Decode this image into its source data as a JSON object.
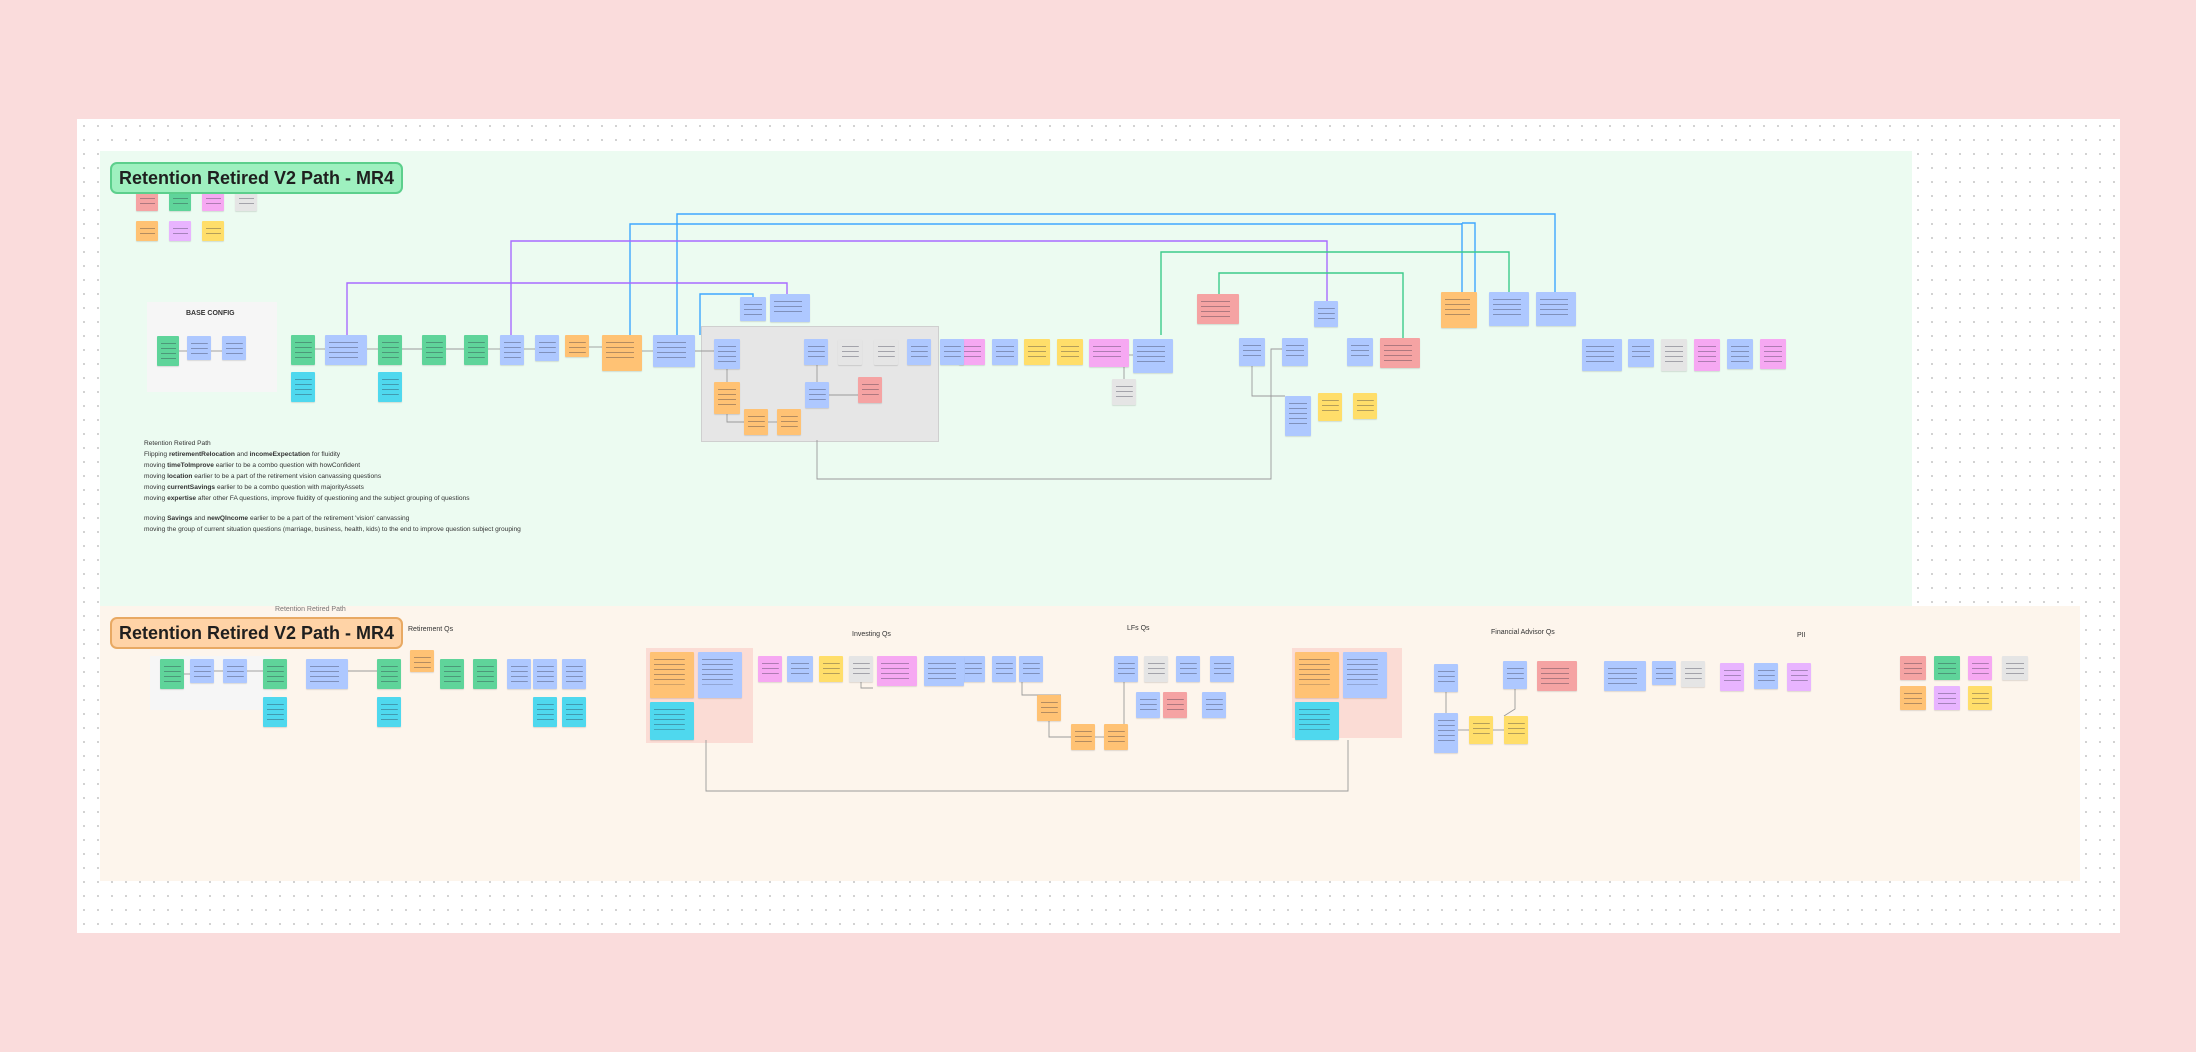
{
  "board": {
    "section1_title": "Retention Retired V2 Path - MR4",
    "section2_title": "Retention Retired V2 Path - MR4",
    "base_config_label": "BASE CONFIG",
    "faint_label": "Retention Retired Path",
    "group_labels": [
      "Retirement Qs",
      "Investing Qs",
      "LFs Qs",
      "Financial Advisor Qs",
      "PII"
    ]
  },
  "notes_block": {
    "lines": [
      {
        "parts": [
          "Retention Retired Path"
        ]
      },
      {
        "parts": [
          "Flipping ",
          "retirementRelocation",
          " and ",
          "incomeExpectation",
          " for fluidity"
        ]
      },
      {
        "parts": [
          "moving ",
          "timeToImprove",
          " earlier to be a combo question with howConfident"
        ]
      },
      {
        "parts": [
          "moving ",
          "location",
          " earlier to be a part of the retirement vision canvassing questions"
        ]
      },
      {
        "parts": [
          "moving ",
          "currentSavings",
          " earlier to be a combo question with majorityAssets"
        ]
      },
      {
        "parts": [
          "moving ",
          "expertise",
          " after other FA questions, improve fluidity of questioning and the subject grouping of questions"
        ]
      },
      {
        "parts": [
          "moving ",
          "Savings",
          " and ",
          "newQIncome",
          " earlier to be a part of the retirement 'vision' canvassing"
        ]
      },
      {
        "parts": [
          "moving the group of current situation questions  (marriage, business, health, kids) to the end to improve question subject grouping"
        ]
      }
    ]
  },
  "colors": {
    "page_bg": "#fadcdc",
    "section1_bg": "#ecfbf1",
    "section2_bg": "#fdf5ec",
    "blue_note": "#aec8ff",
    "green_note": "#5fd49a",
    "orange_note": "#ffc274",
    "pink_note": "#f5a3a3",
    "purple_note": "#e8b4ff",
    "yellow_note": "#ffde6a",
    "cyan_note": "#4fd8ee",
    "gray_note": "#e5e5e5",
    "magenta_note": "#f6a8f2",
    "wire_blue": "#3fa7ff",
    "wire_purple": "#a86bff",
    "wire_green": "#3dcb8b",
    "wire_gray": "#9a9a9a"
  }
}
